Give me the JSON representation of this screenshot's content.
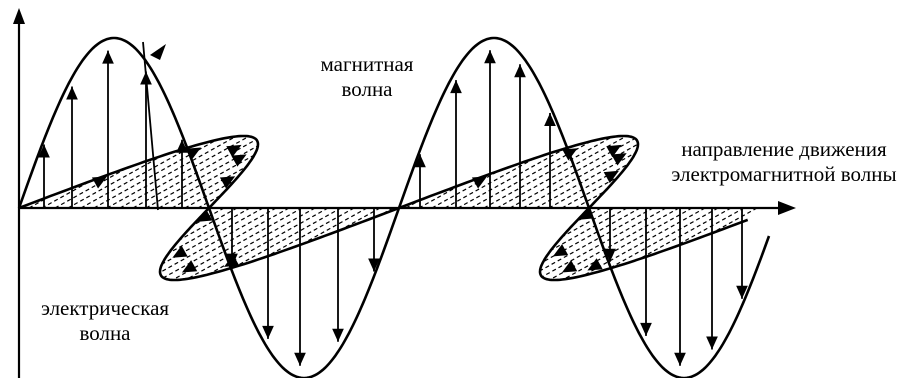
{
  "labels": {
    "magnetic": [
      "магнитная",
      "волна"
    ],
    "direction": [
      "направление движения",
      "электромагнитной волны"
    ],
    "electric": [
      "электрическая",
      "волна"
    ]
  },
  "colors": {
    "ink": "#000000",
    "background": "#ffffff"
  }
}
